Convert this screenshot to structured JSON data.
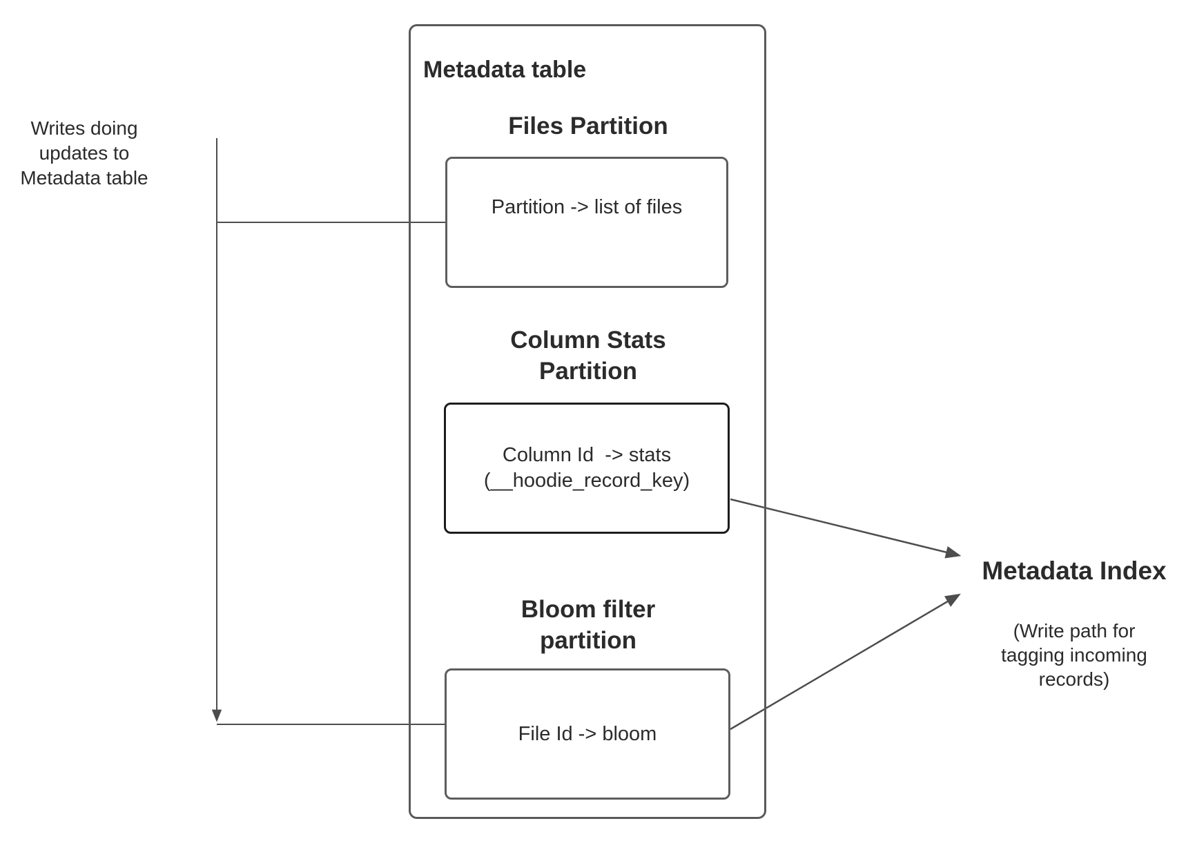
{
  "colors": {
    "background": "#ffffff",
    "connector_line": "#4d4d4d",
    "box_border": "#595959",
    "emphasis_box_border": "#1c1c1c",
    "text": "#2b2b2b"
  },
  "left_note": "Writes doing\nupdates to\nMetadata table",
  "metadata_table": {
    "title": "Metadata table",
    "files_partition": {
      "heading": "Files Partition",
      "mapping": "Partition -> list of files"
    },
    "column_stats_partition": {
      "heading": "Column Stats\nPartition",
      "mapping": "Column Id  -> stats\n(__hoodie_record_key)"
    },
    "bloom_filter_partition": {
      "heading": "Bloom filter\npartition",
      "mapping": "File Id -> bloom"
    }
  },
  "metadata_index": {
    "title": "Metadata Index",
    "note": "(Write path for\ntagging incoming\nrecords)"
  }
}
